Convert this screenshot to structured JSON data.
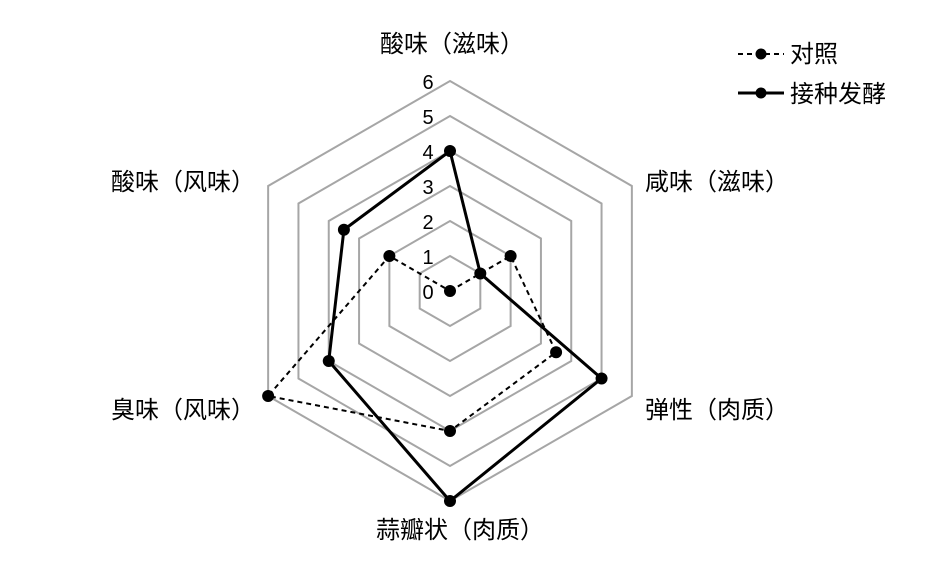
{
  "chart_data": {
    "type": "radar",
    "axes": [
      "酸味（滋味）",
      "咸味（滋味）",
      "弹性（肉质）",
      "蒜瓣状（肉质）",
      "臭味（风味）",
      "酸味（风味）"
    ],
    "r_ticks": [
      "0",
      "1",
      "2",
      "3",
      "4",
      "5",
      "6"
    ],
    "r_range": [
      0,
      6
    ],
    "grid": true,
    "legend_position": "top-right",
    "series": [
      {
        "name": "对照",
        "style": "dashed",
        "values": [
          0,
          2,
          3.5,
          4,
          6,
          2
        ]
      },
      {
        "name": "接种发酵",
        "style": "solid",
        "values": [
          4,
          1,
          5,
          6,
          4,
          3.5
        ]
      }
    ],
    "colors": {
      "grid": "#a6a6a6",
      "series": "#000000"
    }
  }
}
